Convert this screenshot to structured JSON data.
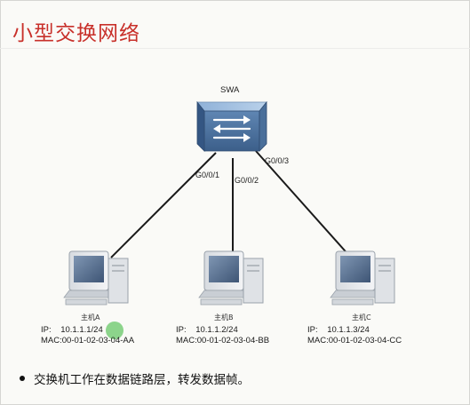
{
  "title": "小型交换网络",
  "switch": {
    "name": "SWA",
    "icon": "switch-icon"
  },
  "ports": {
    "a": "G0/0/1",
    "b": "G0/0/2",
    "c": "G0/0/3"
  },
  "hosts": [
    {
      "name": "主机A",
      "ip_label": "IP:",
      "ip": "10.1.1.1/24",
      "mac": "MAC:00-01-02-03-04-AA",
      "icon": "computer-icon"
    },
    {
      "name": "主机B",
      "ip_label": "IP:",
      "ip": "10.1.1.2/24",
      "mac": "MAC:00-01-02-03-04-BB",
      "icon": "computer-icon"
    },
    {
      "name": "主机C",
      "ip_label": "IP:",
      "ip": "10.1.1.3/24",
      "mac": "MAC:00-01-02-03-04-CC",
      "icon": "computer-icon"
    }
  ],
  "note": "交换机工作在数据链路层，转发数据帧。",
  "colors": {
    "title": "#c8302a",
    "switch": "#4a6f9a",
    "links": "#1a1a1a",
    "pointer": "#78cd78"
  }
}
